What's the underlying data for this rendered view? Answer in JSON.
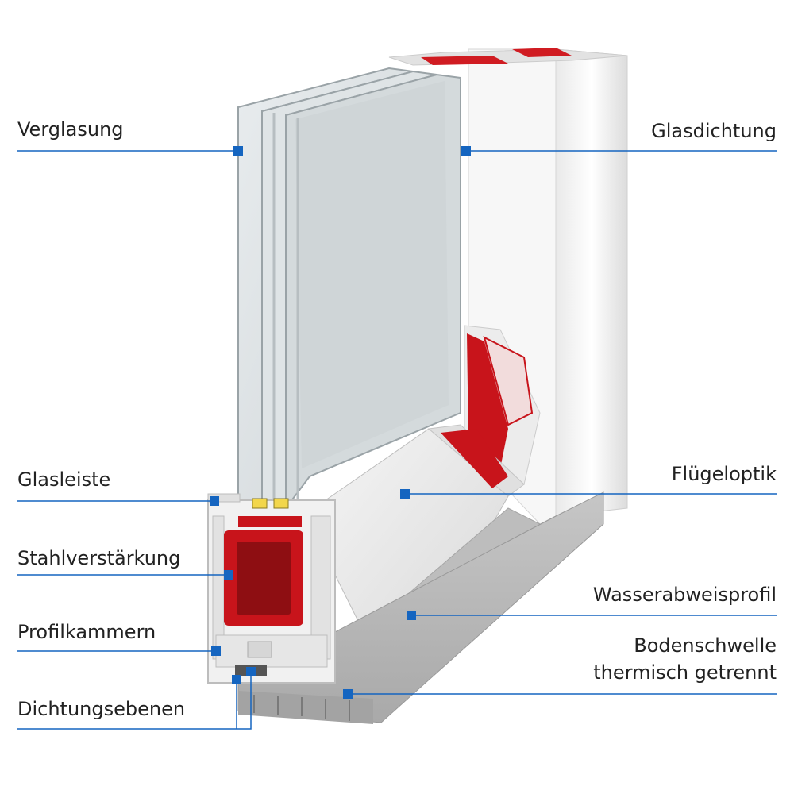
{
  "colors": {
    "leader": "#1565c0",
    "marker": "#1565c0",
    "steel": "#c8141b",
    "pvc": "#f1f1f1",
    "text": "#222222"
  },
  "labels": {
    "verglasung": "Verglasung",
    "glasdichtung": "Glasdichtung",
    "glasleiste": "Glasleiste",
    "fluegeloptik": "Flügeloptik",
    "stahlverstaerkung": "Stahlverstärkung",
    "wasserabweisprofil": "Wasserabweisprofil",
    "profilkammern": "Profilkammern",
    "bodenschwelle_line1": "Bodenschwelle",
    "bodenschwelle_line2": "thermisch getrennt",
    "dichtungsebenen": "Dichtungsebenen"
  }
}
